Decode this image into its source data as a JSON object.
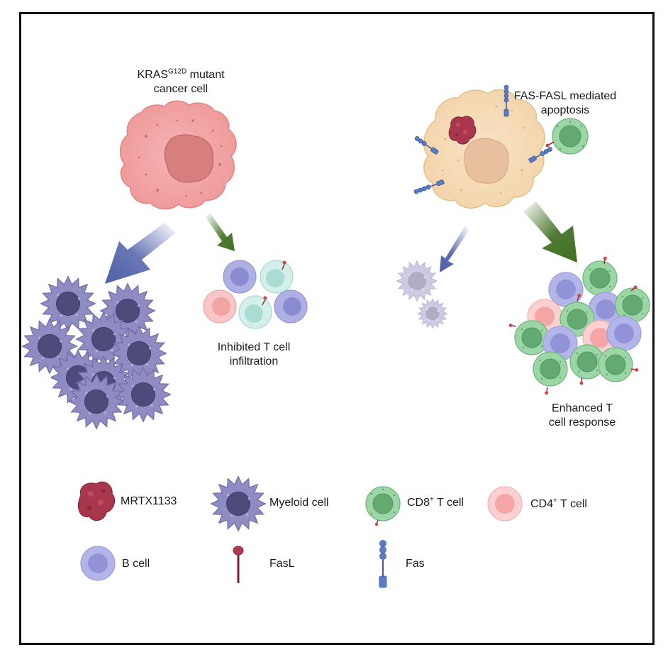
{
  "kras_label": {
    "line1_prefix": "KRAS",
    "line1_sup": "G12D",
    "line1_suffix": " mutant",
    "line2": "cancer cell"
  },
  "fas_label": {
    "line1": "FAS-FASL mediated",
    "line2": "apoptosis"
  },
  "inhibited_label": {
    "line1": "Inhibited T cell",
    "line2": "infiltration"
  },
  "enhanced_label": {
    "line1": "Enhanced T",
    "line2": "cell response"
  },
  "legend": {
    "mrtx": "MRTX1133",
    "myeloid": "Myeloid cell",
    "cd8_prefix": "CD8",
    "cd8_sup": "+",
    "cd8_suffix": " T cell",
    "cd4_prefix": "CD4",
    "cd4_sup": "+",
    "cd4_suffix": " T cell",
    "bcell": "B cell",
    "fasl": "FasL",
    "fas": "Fas"
  },
  "colors": {
    "cancer_cell": "#f2a3a3",
    "treated_cell": "#f5dcb8",
    "myeloid": "#8f8cc4",
    "b_cell": "#a9a7df",
    "cd8": "#8fcf99",
    "cd4": "#f8c1c1",
    "t_cell_inhibited": "#cfeee6",
    "arrow_blue": "#4f5fa8",
    "arrow_green": "#3f6d20",
    "fasl": "#9a2c3a",
    "fas": "#4e6fb8",
    "mrtx": "#a8364d"
  }
}
